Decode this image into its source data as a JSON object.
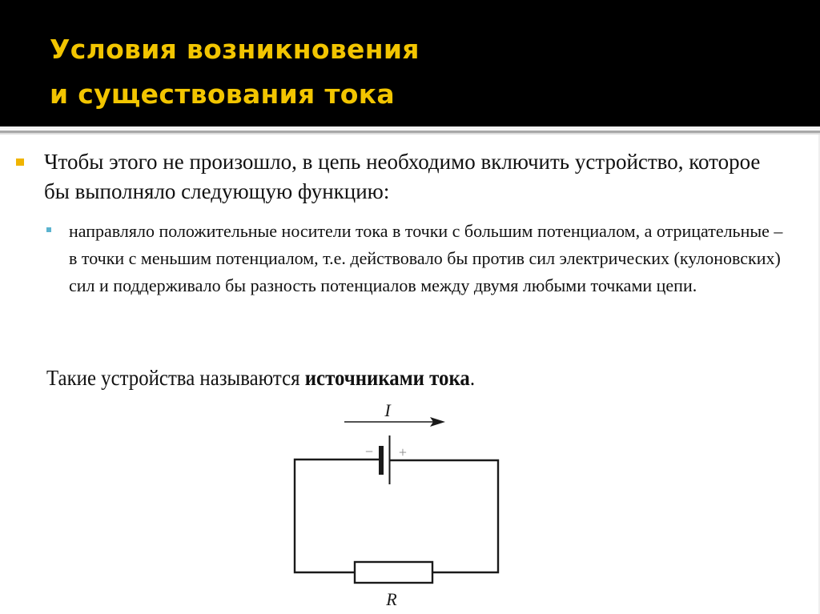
{
  "slide": {
    "title_lines": [
      "Условия возникновения",
      "и существования тока"
    ],
    "colors": {
      "header_bg": "#000000",
      "title": "#F2C500",
      "bullet_level1": "#F0B400",
      "bullet_level2": "#5BB3CF",
      "body_text": "#111111"
    }
  },
  "content": {
    "bullet1": {
      "icon": "square-bullet",
      "text": "Чтобы этого не произошло, в цепь необходимо включить устройство, которое бы выполняло следующую функцию:"
    },
    "bullet2": {
      "icon": "small-square-bullet",
      "text": "направляло положительные носители тока в точки с большим потенциалом, а отрицательные – в точки с меньшим потенциалом, т.е. действовало бы против сил электрических (кулоновских) сил и поддерживало бы разность потенциалов между двумя любыми точками цепи."
    },
    "conclusion": {
      "prefix": "Такие устройства называются ",
      "bold": "источниками тока",
      "suffix": "."
    }
  },
  "diagram": {
    "current_label": "I",
    "minus_label": "−",
    "plus_label": "+",
    "resistor_label": "R"
  }
}
